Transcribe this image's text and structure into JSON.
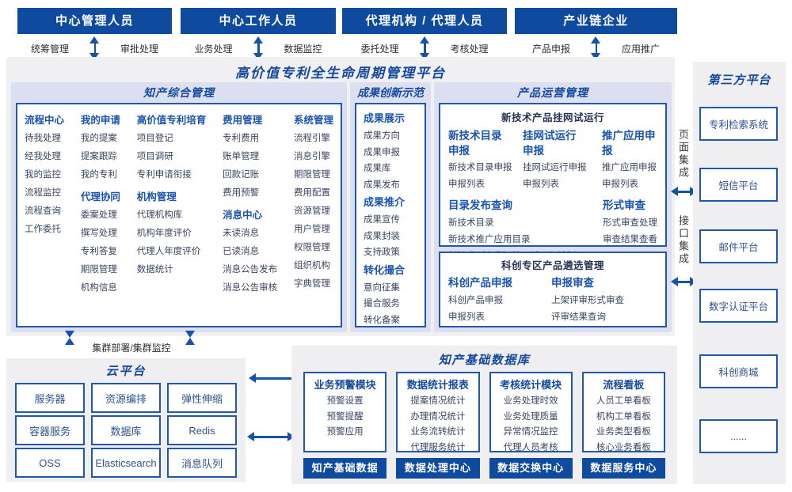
{
  "colors": {
    "primary_blue": "#0e4a9e",
    "border_blue": "#2257ae",
    "heading_blue": "#1a54ac",
    "title_blue": "#15489c",
    "item_text": "#39455f",
    "panel_lavender": "#dbdff0",
    "panel_gray": "#efeff2",
    "arrow_blue": "#1553a8"
  },
  "header_groups": [
    {
      "title": "中心管理人员",
      "left": "统筹管理",
      "right": "审批处理"
    },
    {
      "title": "中心工作人员",
      "left": "业务处理",
      "right": "数据监控"
    },
    {
      "title": "代理机构 / 代理人员",
      "left": "委托处理",
      "right": "考核处理"
    },
    {
      "title": "产业链企业",
      "left": "产品申报",
      "right": "应用推广"
    }
  ],
  "platform_title": "高价值专利全生命周期管理平台",
  "comp": {
    "title": "知产综合管理",
    "cols": [
      {
        "g": [
          {
            "h": "流程中心",
            "i": [
              "待我处理",
              "经我处理",
              "我的监控",
              "流程监控",
              "流程查询",
              "工作委托"
            ]
          }
        ]
      },
      {
        "g": [
          {
            "h": "我的申请",
            "i": [
              "我的提案",
              "提案跟踪",
              "我的专利"
            ]
          },
          {
            "h": "代理协同",
            "i": [
              "委案处理",
              "撰写处理",
              "专利答复",
              "期限管理",
              "机构信息"
            ]
          }
        ]
      },
      {
        "g": [
          {
            "h": "高价值专利培育",
            "i": [
              "项目登记",
              "项目调研",
              "专利申请衔接"
            ]
          },
          {
            "h": "机构管理",
            "i": [
              "代理机构库",
              "机构年度评价",
              "代理人年度评价",
              "数据统计"
            ]
          }
        ]
      },
      {
        "g": [
          {
            "h": "费用管理",
            "i": [
              "专利费用",
              "账单管理",
              "回款记账",
              "费用预警"
            ]
          },
          {
            "h": "消息中心",
            "i": [
              "未读消息",
              "已读消息",
              "消息公告发布",
              "消息公告审核"
            ]
          }
        ]
      },
      {
        "g": [
          {
            "h": "系统管理",
            "i": [
              "流程引擎",
              "消息引擎",
              "期限管理",
              "费用配置",
              "资源管理",
              "用户管理",
              "权限管理",
              "组织机构",
              "字典管理"
            ]
          }
        ]
      }
    ]
  },
  "ach": {
    "title": "成果创新示范",
    "groups": [
      {
        "h": "成果展示",
        "i": [
          "成果方向",
          "成果申报",
          "成果库",
          "成果发布"
        ]
      },
      {
        "h": "成果推介",
        "i": [
          "成果宣传",
          "成果封装",
          "支持政策"
        ]
      },
      {
        "h": "转化撮合",
        "i": [
          "意向征集",
          "撮合服务",
          "转化备案"
        ]
      }
    ]
  },
  "prod": {
    "title": "产品运营管理",
    "sub1": {
      "title": "新技术产品挂网试运行",
      "cols": [
        {
          "h": "新技术目录\n申报",
          "i": [
            "新技术目录申报",
            "申报列表"
          ]
        },
        {
          "h": "挂网试运行\n申报",
          "i": [
            "挂网试运行申报",
            "申报列表"
          ]
        },
        {
          "h": "推广应用申报",
          "i": [
            "推广应用申报",
            "申报列表"
          ]
        }
      ],
      "catalog": {
        "h": "目录发布查询",
        "i": [
          "新技术目录",
          "新技术推广应用目录",
          "新技术（产品）挂网试运行计划"
        ]
      },
      "review": {
        "h": "形式审查",
        "i": [
          "形式审查处理",
          "审查结果查看"
        ]
      }
    },
    "sub2": {
      "title": "科创专区产品遴选管理",
      "cols": [
        {
          "h": "科创产品申报",
          "i": [
            "科创产品申报",
            "申报列表"
          ]
        },
        {
          "h": "申报审查",
          "i": [
            "上架评审形式审查",
            "评审结果查询"
          ]
        }
      ]
    }
  },
  "third_party": {
    "title": "第三方平台",
    "items": [
      "专利检索系统",
      "短信平台",
      "邮件平台",
      "数字认证平台",
      "科创商城",
      "......"
    ]
  },
  "integration": {
    "page": "页面集成",
    "api": "接口集成"
  },
  "cluster_label": "集群部署/集群监控",
  "cloud": {
    "title": "云平台",
    "items": [
      "服务器",
      "资源编排",
      "弹性伸缩",
      "容器服务",
      "数据库",
      "Redis",
      "OSS",
      "Elasticsearch",
      "消息队列"
    ]
  },
  "db": {
    "title": "知产基础数据库",
    "modules": [
      {
        "h": "业务预警模块",
        "i": [
          "预警设置",
          "预警提醒",
          "预警应用"
        ],
        "bar": "知产基础数据"
      },
      {
        "h": "数据统计报表",
        "i": [
          "提案情况统计",
          "办理情况统计",
          "业务流转统计",
          "代理服务统计"
        ],
        "bar": "数据处理中心"
      },
      {
        "h": "考核统计模块",
        "i": [
          "业务处理时效",
          "业务处理质量",
          "异常情况监控",
          "代理人员考核"
        ],
        "bar": "数据交换中心"
      },
      {
        "h": "流程看板",
        "i": [
          "人员工单看板",
          "机构工单看板",
          "业务类型看板",
          "核心业务看板"
        ],
        "bar": "数据服务中心"
      }
    ]
  }
}
